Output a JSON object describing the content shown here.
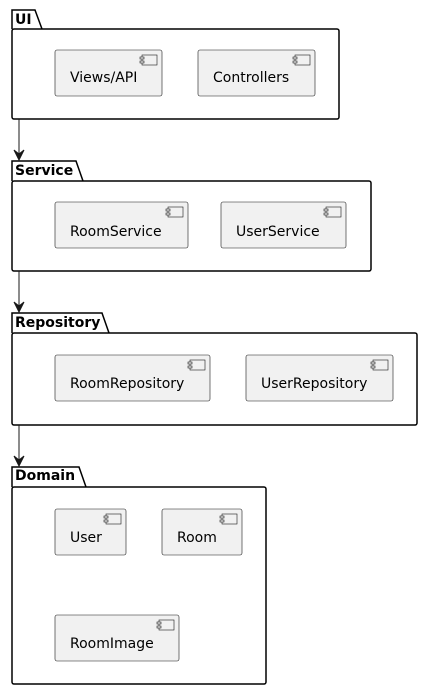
{
  "packages": [
    {
      "id": "ui",
      "name": "UI",
      "components": [
        {
          "label": "Views/API"
        },
        {
          "label": "Controllers"
        }
      ]
    },
    {
      "id": "service",
      "name": "Service",
      "components": [
        {
          "label": "RoomService"
        },
        {
          "label": "UserService"
        }
      ]
    },
    {
      "id": "repository",
      "name": "Repository",
      "components": [
        {
          "label": "RoomRepository"
        },
        {
          "label": "UserRepository"
        }
      ]
    },
    {
      "id": "domain",
      "name": "Domain",
      "components": [
        {
          "label": "User"
        },
        {
          "label": "Room"
        },
        {
          "label": "RoomImage"
        }
      ]
    }
  ],
  "dependencies": [
    {
      "from": "ui",
      "to": "service"
    },
    {
      "from": "service",
      "to": "repository"
    },
    {
      "from": "repository",
      "to": "domain"
    }
  ]
}
